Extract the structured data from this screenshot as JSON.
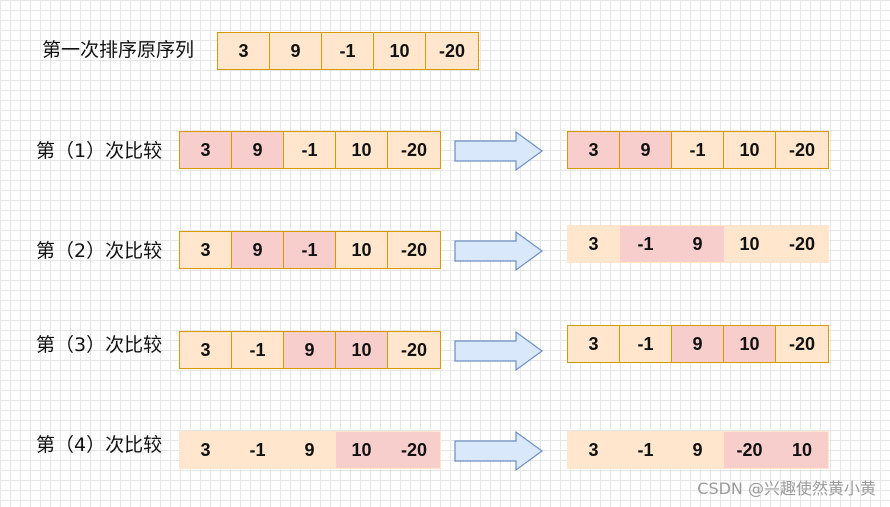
{
  "original": {
    "label": "第一次排序原序列",
    "values": [
      "3",
      "9",
      "-1",
      "10",
      "-20"
    ]
  },
  "steps": [
    {
      "label": "第（1）次比较",
      "before": [
        "3",
        "9",
        "-1",
        "10",
        "-20"
      ],
      "after": [
        "3",
        "9",
        "-1",
        "10",
        "-20"
      ],
      "before_highlight": [
        0,
        1
      ],
      "after_highlight": [
        0,
        1
      ]
    },
    {
      "label": "第（2）次比较",
      "before": [
        "3",
        "9",
        "-1",
        "10",
        "-20"
      ],
      "after": [
        "3",
        "-1",
        "9",
        "10",
        "-20"
      ],
      "before_highlight": [
        1,
        2
      ],
      "after_highlight": [
        1,
        2
      ]
    },
    {
      "label": "第（3）次比较",
      "before": [
        "3",
        "-1",
        "9",
        "10",
        "-20"
      ],
      "after": [
        "3",
        "-1",
        "9",
        "10",
        "-20"
      ],
      "before_highlight": [
        2,
        3
      ],
      "after_highlight": [
        2,
        3
      ]
    },
    {
      "label": "第（4）次比较",
      "before": [
        "3",
        "-1",
        "9",
        "10",
        "-20"
      ],
      "after": [
        "3",
        "-1",
        "9",
        "-20",
        "10"
      ],
      "before_highlight": [
        3,
        4
      ],
      "after_highlight": [
        3,
        4
      ]
    }
  ],
  "colors": {
    "cell_fill": "#ffe6cc",
    "cell_border": "#d79b00",
    "highlight_fill": "#f8cecc",
    "arrow_fill": "#dae8fc",
    "arrow_stroke": "#6c8ebf"
  },
  "watermark": "CSDN @兴趣使然黄小黄"
}
